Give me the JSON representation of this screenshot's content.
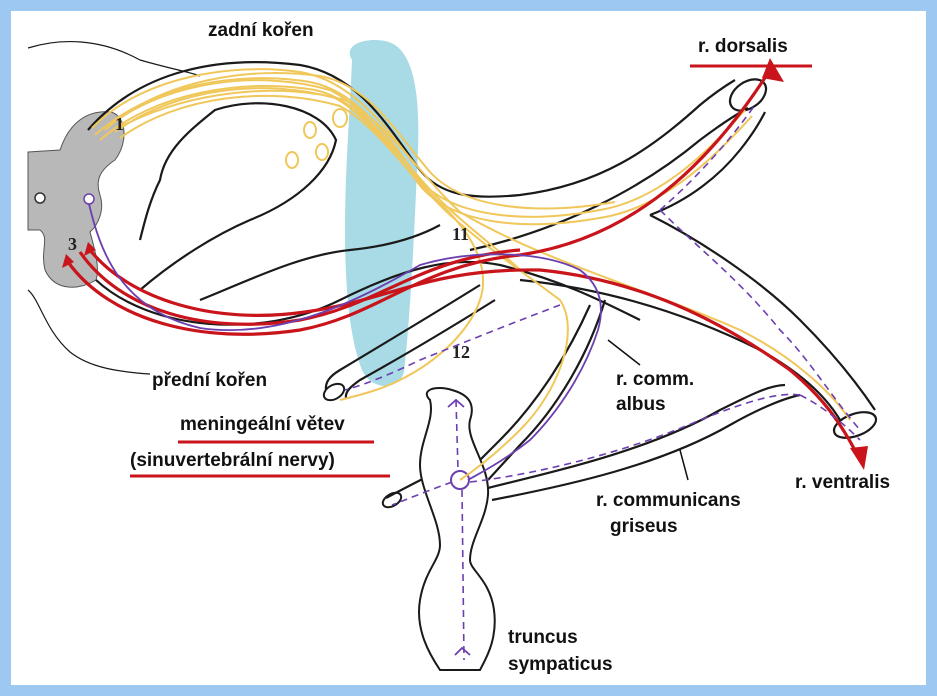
{
  "labels": {
    "dorsal_root": "zadní kořen",
    "ventral_root": "přední kořen",
    "ramus_dorsalis": "r. dorsalis",
    "ramus_ventralis": "r. ventralis",
    "meningeal_line1": "meningeální větev",
    "meningeal_line2": "(sinuvertebrální nervy)",
    "comm_albus_line1": "r. comm.",
    "comm_albus_line2": "albus",
    "comm_griseus_line1": "r. communicans",
    "comm_griseus_line2": "griseus",
    "truncus_line1": "truncus",
    "truncus_line2": "sympaticus"
  },
  "numbers": {
    "n1": "1",
    "n3": "3",
    "n11": "11",
    "n12": "12"
  },
  "colors": {
    "frame": "#9cc8f2",
    "sensory_fibers": "#f0c75a",
    "motor_fibers": "#c8141a",
    "autonomic_fibers": "#6c3fb0",
    "spinal_ganglion": "#a8dbe6",
    "grey_matter": "#b8b8b8",
    "highlight_underline": "#c8141a"
  }
}
